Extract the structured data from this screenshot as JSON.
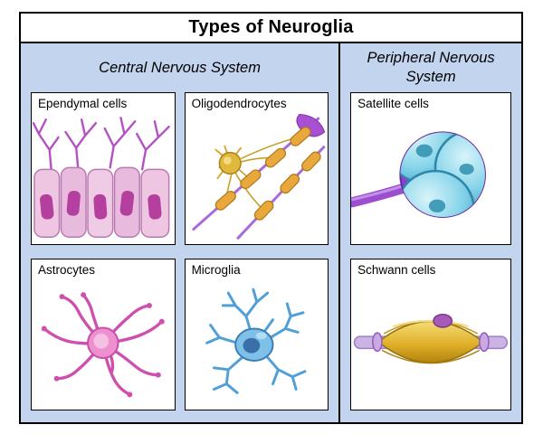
{
  "title": "Types of Neuroglia",
  "sections": {
    "cns": {
      "label": "Central Nervous System"
    },
    "pns": {
      "label": "Peripheral Nervous System"
    }
  },
  "cells": {
    "ependymal": {
      "label": "Ependymal cells"
    },
    "oligodendrocytes": {
      "label": "Oligodendrocytes"
    },
    "satellite": {
      "label": "Satellite cells"
    },
    "astrocytes": {
      "label": "Astrocytes"
    },
    "microglia": {
      "label": "Microglia"
    },
    "schwann": {
      "label": "Schwann cells"
    }
  },
  "colors": {
    "background": "#c3d4ee",
    "panel_background": "#ffffff",
    "border": "#000000",
    "astrocyte_pink": "#cf4fae",
    "microglia_blue": "#4f9fd8",
    "myelin_gold": "#e0b02a",
    "axon_purple": "#9b4fd0"
  }
}
